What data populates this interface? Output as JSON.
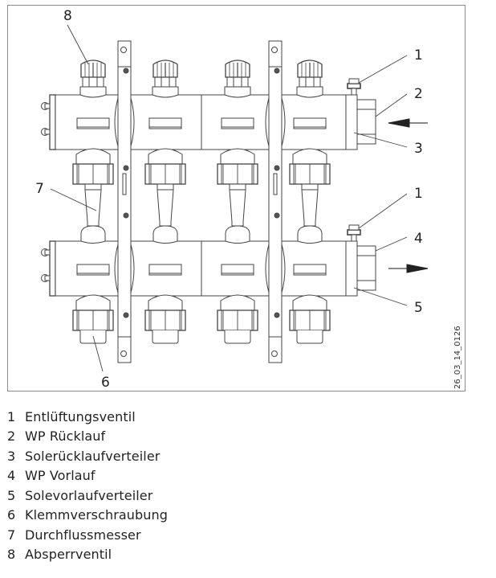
{
  "figure": {
    "document_id": "26_03_14_0126",
    "module_count": 4,
    "manifolds": [
      {
        "name": "Solerücklaufverteiler",
        "flow_direction": "in",
        "flow_arrow": "left"
      },
      {
        "name": "Solevorlaufverteiler",
        "flow_direction": "out",
        "flow_arrow": "right"
      }
    ],
    "callouts": [
      {
        "number": "8",
        "target": "Absperrventil"
      },
      {
        "number": "1",
        "target": "Entlüftungsventil (oben)"
      },
      {
        "number": "2",
        "target": "WP Rücklauf"
      },
      {
        "number": "3",
        "target": "Solerücklaufverteiler"
      },
      {
        "number": "7",
        "target": "Durchflussmesser"
      },
      {
        "number": "1",
        "target": "Entlüftungsventil (unten)"
      },
      {
        "number": "4",
        "target": "WP Vorlauf"
      },
      {
        "number": "5",
        "target": "Solevorlaufverteiler"
      },
      {
        "number": "6",
        "target": "Klemmverschraubung"
      }
    ]
  },
  "legend": [
    {
      "number": "1",
      "label": "Entlüftungsventil"
    },
    {
      "number": "2",
      "label": "WP Rücklauf"
    },
    {
      "number": "3",
      "label": "Solerücklaufverteiler"
    },
    {
      "number": "4",
      "label": "WP Vorlauf"
    },
    {
      "number": "5",
      "label": "Solevorlaufverteiler"
    },
    {
      "number": "6",
      "label": "Klemmverschraubung"
    },
    {
      "number": "7",
      "label": "Durchflussmesser"
    },
    {
      "number": "8",
      "label": "Absperrventil"
    }
  ]
}
